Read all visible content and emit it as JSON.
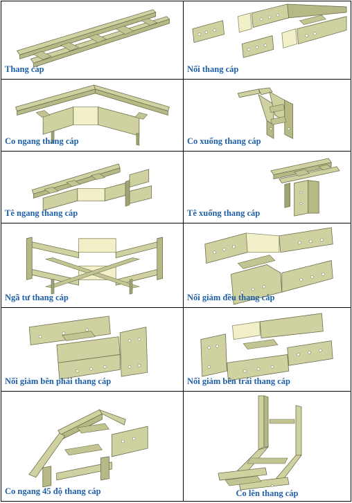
{
  "items": [
    {
      "label": "Thang cáp"
    },
    {
      "label": "Nối thang cáp"
    },
    {
      "label": "Co ngang thang cáp"
    },
    {
      "label": "Co xuống thang cáp"
    },
    {
      "label": "Tê ngang thang cáp"
    },
    {
      "label": "Tê xuống thang cáp"
    },
    {
      "label": "Ngã tư thang cáp"
    },
    {
      "label": "Nối giảm đều thang cáp"
    },
    {
      "label": "Nối giảm bên phải thang cáp"
    },
    {
      "label": "Nối giảm bên trái thang cáp"
    },
    {
      "label": "Co ngang 45 độ thang cáp"
    },
    {
      "label": "Co lên thang cáp"
    }
  ],
  "colors": {
    "caption": "#1f5fa8",
    "rail": "#cfd2a0",
    "plate": "#f1f0c9",
    "border": "#000000"
  }
}
